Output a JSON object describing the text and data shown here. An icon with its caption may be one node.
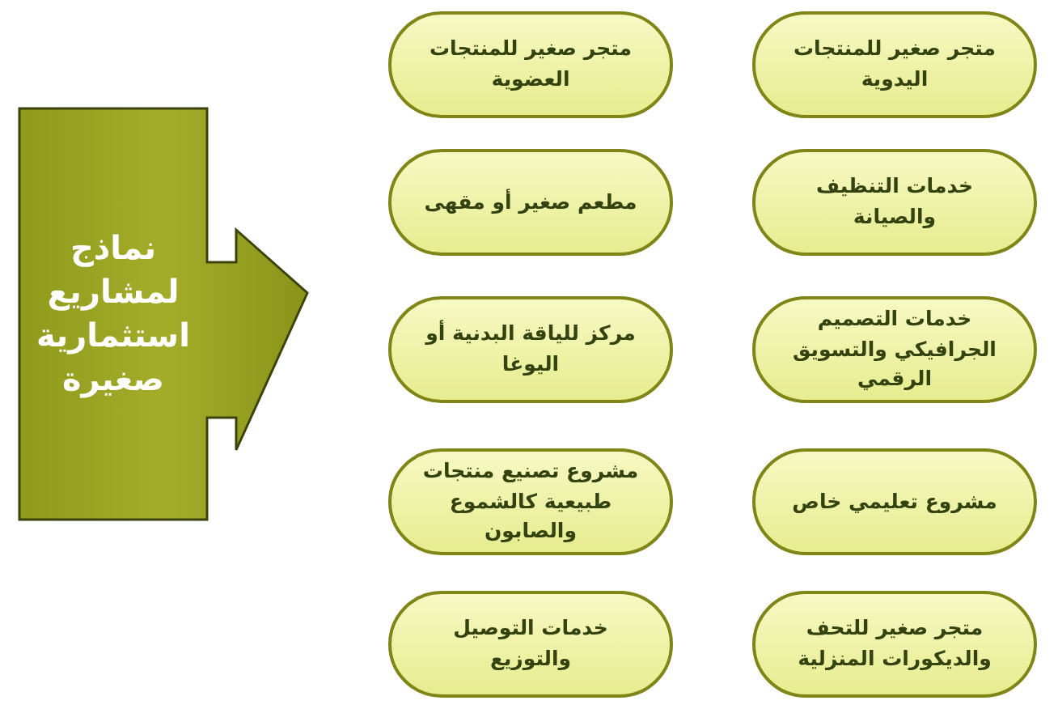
{
  "diagram": {
    "nodes": [
      {
        "text": [
          "نماذج لمشاريع استثمارية صغيرة"
        ]
      },
      {
        "text": [
          "متجر صغير للمنتجات اليدوية"
        ]
      },
      {
        "text": [
          "متجر صغير للمنتجات العضوية"
        ]
      },
      {
        "text": [
          "خدمات التنظيف والصيانة"
        ]
      },
      {
        "text": [
          "مطعم صغير أو مقهى"
        ]
      },
      {
        "text": [
          "خدمات التصميم الجرافيكي والتسويق الرقمي"
        ]
      },
      {
        "text": [
          "مركز للياقة البدنية أو اليوغا"
        ]
      },
      {
        "text": [
          "مشروع تعليمي خاص"
        ]
      },
      {
        "text": [
          "مشروع تصنيع منتجات طبيعية كالشموع والصابون"
        ]
      },
      {
        "text": [
          "متجر صغير للتحف والديكورات المنزلية"
        ]
      },
      {
        "text": [
          "خدمات التوصيل والتوزيع"
        ]
      }
    ]
  }
}
